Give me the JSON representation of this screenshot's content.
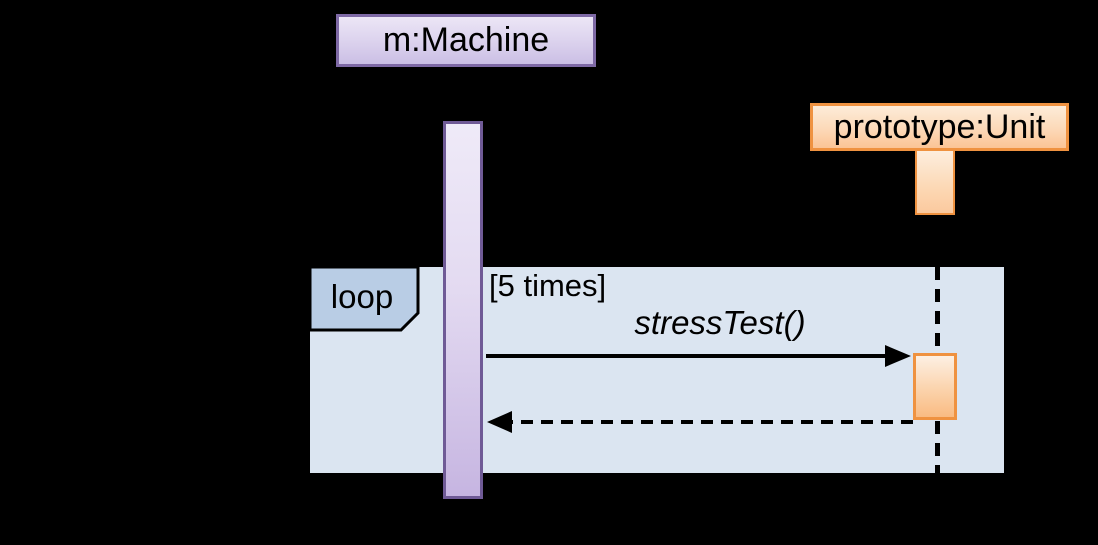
{
  "diagram": {
    "type": "uml-sequence-diagram",
    "participants": [
      {
        "id": "machine",
        "label": "m:Machine"
      },
      {
        "id": "unit",
        "label": "prototype:Unit"
      }
    ],
    "fragment": {
      "operator": "loop",
      "guard": "[5 times]"
    },
    "messages": [
      {
        "from": "machine",
        "to": "unit",
        "label": "stressTest()",
        "kind": "synchronous-call",
        "line": "solid",
        "arrowhead": "filled"
      },
      {
        "from": "unit",
        "to": "machine",
        "label": "",
        "kind": "return",
        "line": "dashed",
        "arrowhead": "filled"
      }
    ],
    "colors": {
      "background": "#000000",
      "machine_fill_top": "#ece6f6",
      "machine_fill_bottom": "#cbbfe5",
      "machine_border": "#7e69a5",
      "activation_bar_border": "#6f5a96",
      "unit_fill_top": "#fdecd9",
      "unit_fill_bottom": "#fbc495",
      "unit_border": "#ef9240",
      "fragment_fill": "#dbe5f1",
      "fragment_label_fill": "#b9cde5",
      "line_color": "#000000",
      "text_color": "#000000"
    }
  }
}
